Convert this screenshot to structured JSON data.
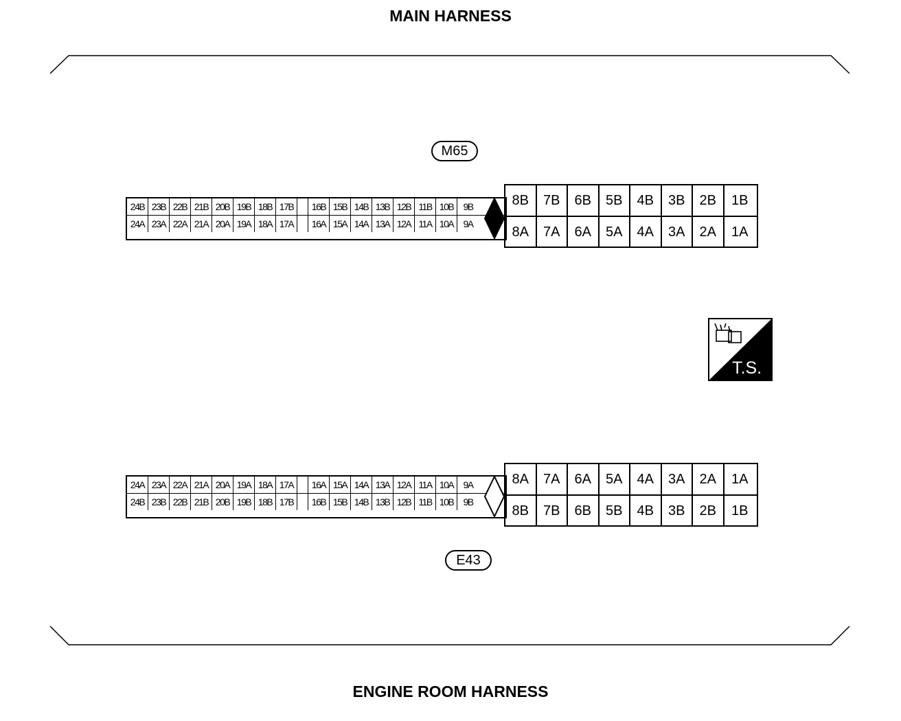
{
  "titles": {
    "top": "MAIN HARNESS",
    "bottom": "ENGINE ROOM HARNESS"
  },
  "connectors": {
    "m65": {
      "id": "M65",
      "small_rows": [
        [
          "24B",
          "23B",
          "22B",
          "21B",
          "20B",
          "19B",
          "18B",
          "17B",
          "",
          "16B",
          "15B",
          "14B",
          "13B",
          "12B",
          "11B",
          "10B",
          "9B"
        ],
        [
          "24A",
          "23A",
          "22A",
          "21A",
          "20A",
          "19A",
          "18A",
          "17A",
          "",
          "16A",
          "15A",
          "14A",
          "13A",
          "12A",
          "11A",
          "10A",
          "9A"
        ]
      ],
      "big_rows": [
        [
          "8B",
          "7B",
          "6B",
          "5B",
          "4B",
          "3B",
          "2B",
          "1B"
        ],
        [
          "8A",
          "7A",
          "6A",
          "5A",
          "4A",
          "3A",
          "2A",
          "1A"
        ]
      ],
      "key": "filled"
    },
    "e43": {
      "id": "E43",
      "small_rows": [
        [
          "24A",
          "23A",
          "22A",
          "21A",
          "20A",
          "19A",
          "18A",
          "17A",
          "",
          "16A",
          "15A",
          "14A",
          "13A",
          "12A",
          "11A",
          "10A",
          "9A"
        ],
        [
          "24B",
          "23B",
          "22B",
          "21B",
          "20B",
          "19B",
          "18B",
          "17B",
          "",
          "16B",
          "15B",
          "14B",
          "13B",
          "12B",
          "11B",
          "10B",
          "9B"
        ]
      ],
      "big_rows": [
        [
          "8A",
          "7A",
          "6A",
          "5A",
          "4A",
          "3A",
          "2A",
          "1A"
        ],
        [
          "8B",
          "7B",
          "6B",
          "5B",
          "4B",
          "3B",
          "2B",
          "1B"
        ]
      ],
      "key": "outline"
    }
  },
  "badge": {
    "label": "T.S.",
    "icon": "connector-icon"
  }
}
